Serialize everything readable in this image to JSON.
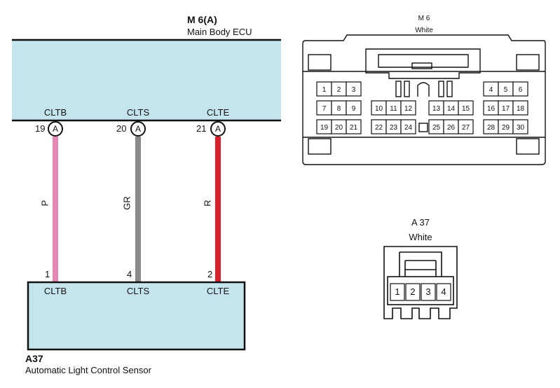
{
  "ecu": {
    "code": "M 6(A)",
    "name": "Main Body ECU",
    "terminals": [
      {
        "name": "CLTB",
        "pin": "19",
        "connector": "A"
      },
      {
        "name": "CLTS",
        "pin": "20",
        "connector": "A"
      },
      {
        "name": "CLTE",
        "pin": "21",
        "connector": "A"
      }
    ]
  },
  "sensor": {
    "code": "A37",
    "name": "Automatic Light Control Sensor",
    "terminals": [
      {
        "name": "CLTB",
        "pin": "1"
      },
      {
        "name": "CLTS",
        "pin": "4"
      },
      {
        "name": "CLTE",
        "pin": "2"
      }
    ]
  },
  "wires": [
    {
      "color_code": "P",
      "color": "#e487b4"
    },
    {
      "color_code": "GR",
      "color": "#8a8a8a"
    },
    {
      "color_code": "R",
      "color": "#d8202c"
    }
  ],
  "box_fill": "#c4e5ee",
  "connector_m6": {
    "title": "M 6",
    "color": "White",
    "rows": [
      [
        "1",
        "2",
        "3",
        "",
        "4",
        "5",
        "6"
      ],
      [
        "7",
        "8",
        "9",
        "10",
        "11",
        "12",
        "13",
        "14",
        "15",
        "16",
        "17",
        "18"
      ],
      [
        "19",
        "20",
        "21",
        "22",
        "23",
        "24",
        "25",
        "26",
        "27",
        "28",
        "29",
        "30"
      ]
    ]
  },
  "connector_a37": {
    "title": "A 37",
    "color": "White",
    "pins": [
      "1",
      "2",
      "3",
      "4"
    ]
  }
}
